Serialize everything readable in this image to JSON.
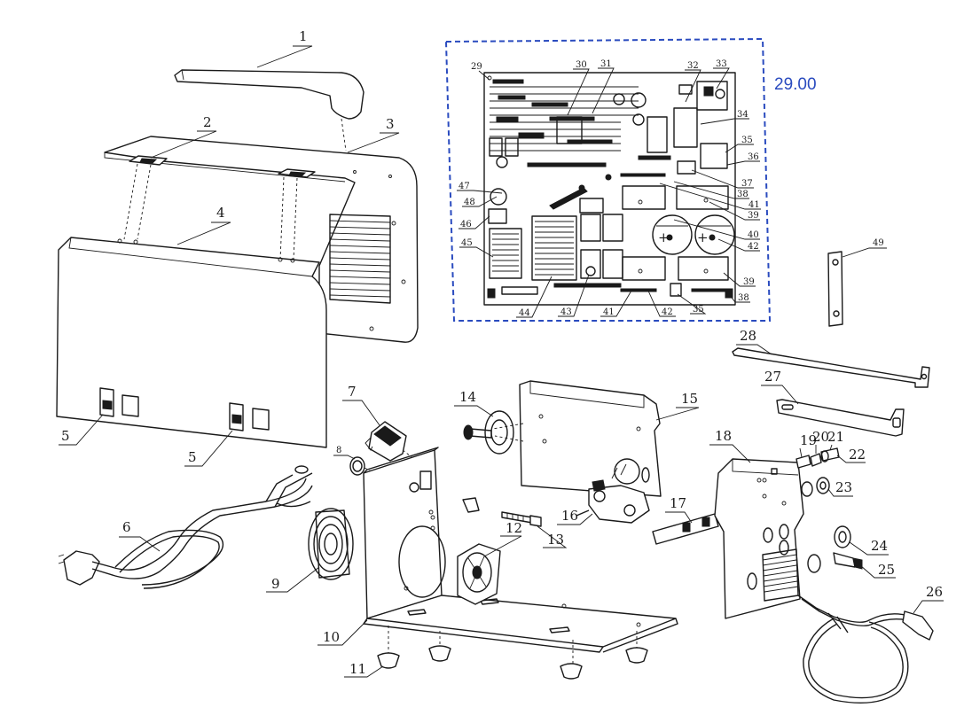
{
  "colors": {
    "line": "#1a1a1a",
    "pcb_frame": "#2a4bbf",
    "pcb_label": "#2a4bbf",
    "background": "#ffffff"
  },
  "pcb": {
    "label": "29.00"
  },
  "callouts": {
    "c1": "1",
    "c2": "2",
    "c3": "3",
    "c4": "4",
    "c5a": "5",
    "c5b": "5",
    "c6": "6",
    "c7": "7",
    "c8": "8",
    "c9": "9",
    "c10": "10",
    "c11": "11",
    "c12": "12",
    "c13": "13",
    "c14": "14",
    "c15": "15",
    "c16": "16",
    "c17": "17",
    "c18": "18",
    "c19": "19",
    "c20": "20",
    "c21": "21",
    "c22": "22",
    "c23": "23",
    "c24": "24",
    "c25": "25",
    "c26": "26",
    "c27": "27",
    "c28": "28",
    "c49": "49"
  },
  "pcb_callouts": {
    "p29": "29",
    "p30": "30",
    "p31": "31",
    "p32": "32",
    "p33": "33",
    "p34": "34",
    "p35a": "35",
    "p36": "36",
    "p37": "37",
    "p38a": "38",
    "p39a": "39",
    "p41a": "41",
    "p40": "40",
    "p42a": "42",
    "p47": "47",
    "p48": "48",
    "p46": "46",
    "p45": "45",
    "p44": "44",
    "p43": "43",
    "p41b": "41",
    "p42b": "42",
    "p35b": "35",
    "p38b": "38",
    "p39b": "39"
  }
}
